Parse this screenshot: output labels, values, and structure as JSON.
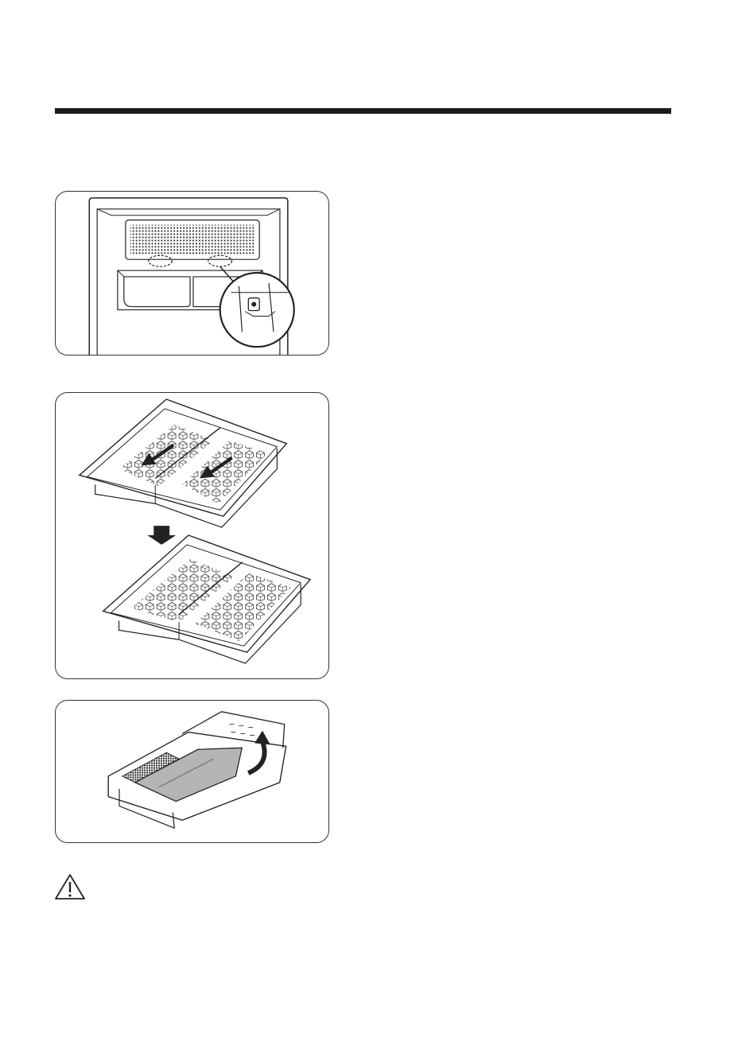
{
  "page": {
    "figures": [
      {
        "id": "figure-1",
        "icon": "dispenser-sensor-illustration"
      },
      {
        "id": "figure-2",
        "icon": "ice-bucket-level-illustration"
      },
      {
        "id": "figure-3",
        "icon": "bucket-cover-lift-illustration"
      }
    ],
    "caution_icon": "warning-triangle-icon"
  }
}
